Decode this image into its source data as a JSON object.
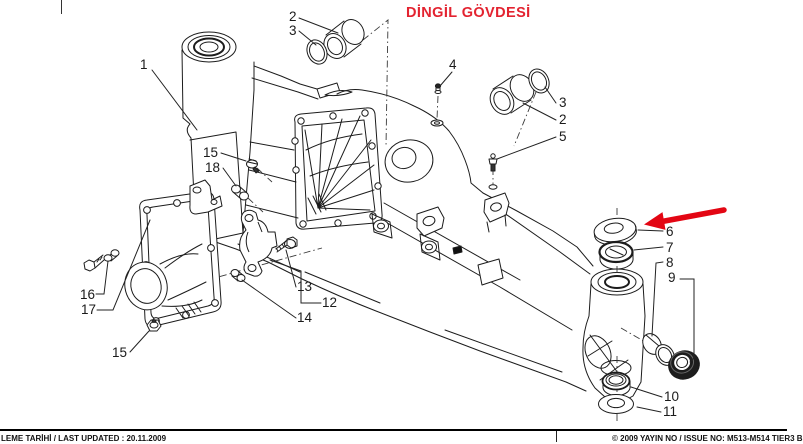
{
  "title": {
    "text": "DİNGİL GÖVDESİ"
  },
  "colors": {
    "title_red": "#e32330",
    "arrow_red": "#e30613",
    "line": "#1c1c1c"
  },
  "callouts": [
    {
      "n": "1"
    },
    {
      "n": "2"
    },
    {
      "n": "3"
    },
    {
      "n": "4"
    },
    {
      "n": "3"
    },
    {
      "n": "2"
    },
    {
      "n": "5"
    },
    {
      "n": "15"
    },
    {
      "n": "18"
    },
    {
      "n": "16"
    },
    {
      "n": "17"
    },
    {
      "n": "15"
    },
    {
      "n": "13"
    },
    {
      "n": "12"
    },
    {
      "n": "14"
    },
    {
      "n": "6"
    },
    {
      "n": "7"
    },
    {
      "n": "8"
    },
    {
      "n": "9"
    },
    {
      "n": "10"
    },
    {
      "n": "11"
    }
  ],
  "footer": {
    "updated": "LEME TARİHİ / LAST UPDATED : 20.11.2009",
    "issue": "© 2009 YAYIN NO / ISSUE NO: M513-M514 TIER3 B"
  }
}
